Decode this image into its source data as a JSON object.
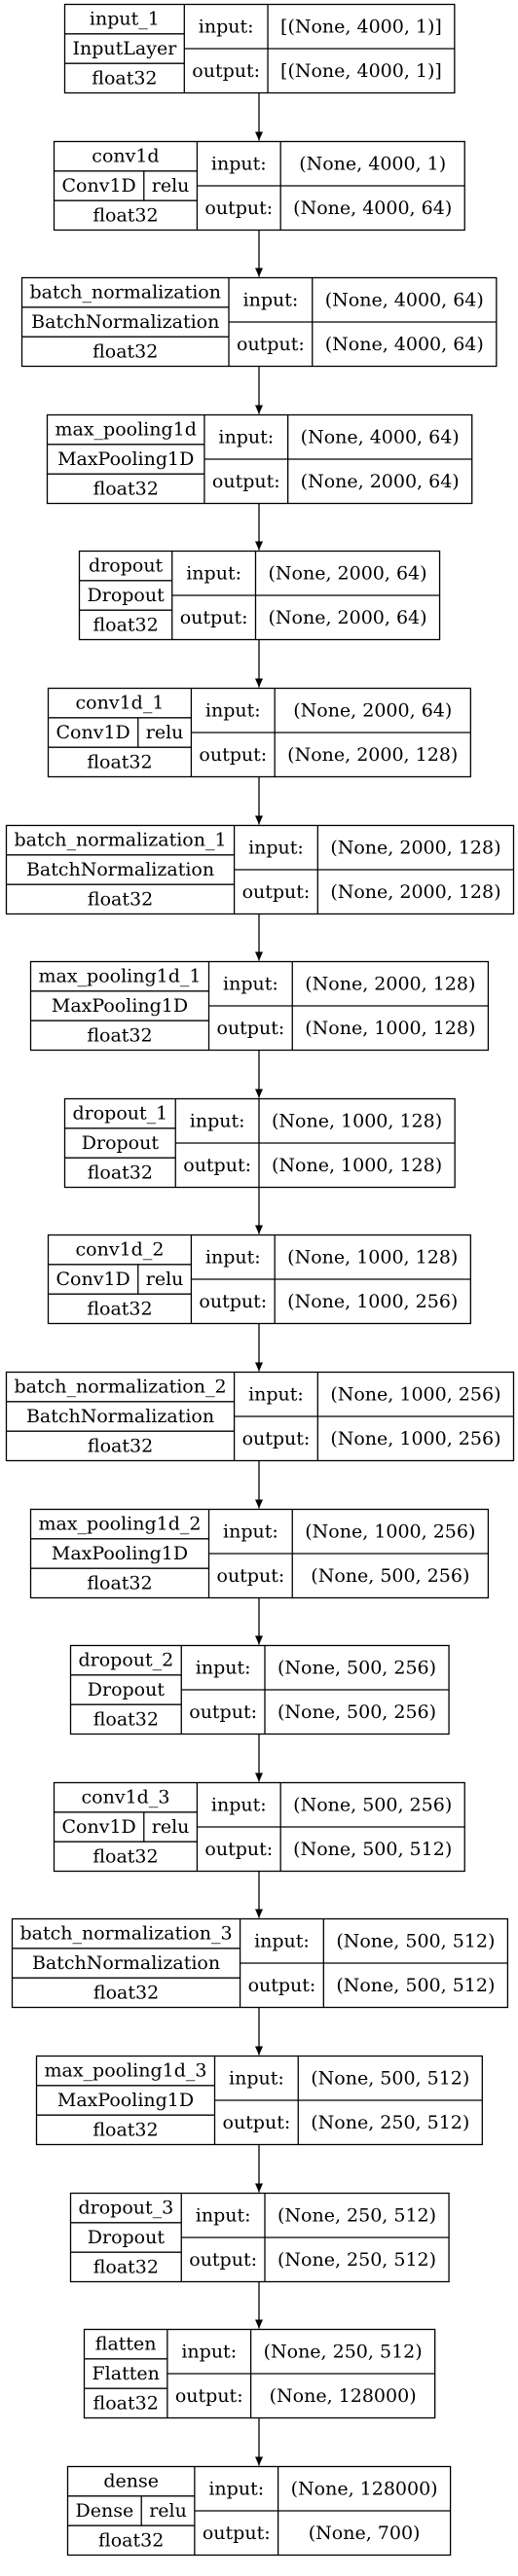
{
  "labels": {
    "input": "input:",
    "output": "output:"
  },
  "layers": [
    {
      "name": "input_1",
      "type": "InputLayer",
      "dtype": "float32",
      "activation": "",
      "input": "[(None, 4000, 1)]",
      "output": "[(None, 4000, 1)]"
    },
    {
      "name": "conv1d",
      "type": "Conv1D",
      "dtype": "float32",
      "activation": "relu",
      "input": "(None, 4000, 1)",
      "output": "(None, 4000, 64)"
    },
    {
      "name": "batch_normalization",
      "type": "BatchNormalization",
      "dtype": "float32",
      "activation": "",
      "input": "(None, 4000, 64)",
      "output": "(None, 4000, 64)"
    },
    {
      "name": "max_pooling1d",
      "type": "MaxPooling1D",
      "dtype": "float32",
      "activation": "",
      "input": "(None, 4000, 64)",
      "output": "(None, 2000, 64)"
    },
    {
      "name": "dropout",
      "type": "Dropout",
      "dtype": "float32",
      "activation": "",
      "input": "(None, 2000, 64)",
      "output": "(None, 2000, 64)"
    },
    {
      "name": "conv1d_1",
      "type": "Conv1D",
      "dtype": "float32",
      "activation": "relu",
      "input": "(None, 2000, 64)",
      "output": "(None, 2000, 128)"
    },
    {
      "name": "batch_normalization_1",
      "type": "BatchNormalization",
      "dtype": "float32",
      "activation": "",
      "input": "(None, 2000, 128)",
      "output": "(None, 2000, 128)"
    },
    {
      "name": "max_pooling1d_1",
      "type": "MaxPooling1D",
      "dtype": "float32",
      "activation": "",
      "input": "(None, 2000, 128)",
      "output": "(None, 1000, 128)"
    },
    {
      "name": "dropout_1",
      "type": "Dropout",
      "dtype": "float32",
      "activation": "",
      "input": "(None, 1000, 128)",
      "output": "(None, 1000, 128)"
    },
    {
      "name": "conv1d_2",
      "type": "Conv1D",
      "dtype": "float32",
      "activation": "relu",
      "input": "(None, 1000, 128)",
      "output": "(None, 1000, 256)"
    },
    {
      "name": "batch_normalization_2",
      "type": "BatchNormalization",
      "dtype": "float32",
      "activation": "",
      "input": "(None, 1000, 256)",
      "output": "(None, 1000, 256)"
    },
    {
      "name": "max_pooling1d_2",
      "type": "MaxPooling1D",
      "dtype": "float32",
      "activation": "",
      "input": "(None, 1000, 256)",
      "output": "(None, 500, 256)"
    },
    {
      "name": "dropout_2",
      "type": "Dropout",
      "dtype": "float32",
      "activation": "",
      "input": "(None, 500, 256)",
      "output": "(None, 500, 256)"
    },
    {
      "name": "conv1d_3",
      "type": "Conv1D",
      "dtype": "float32",
      "activation": "relu",
      "input": "(None, 500, 256)",
      "output": "(None, 500, 512)"
    },
    {
      "name": "batch_normalization_3",
      "type": "BatchNormalization",
      "dtype": "float32",
      "activation": "",
      "input": "(None, 500, 512)",
      "output": "(None, 500, 512)"
    },
    {
      "name": "max_pooling1d_3",
      "type": "MaxPooling1D",
      "dtype": "float32",
      "activation": "",
      "input": "(None, 500, 512)",
      "output": "(None, 250, 512)"
    },
    {
      "name": "dropout_3",
      "type": "Dropout",
      "dtype": "float32",
      "activation": "",
      "input": "(None, 250, 512)",
      "output": "(None, 250, 512)"
    },
    {
      "name": "flatten",
      "type": "Flatten",
      "dtype": "float32",
      "activation": "",
      "input": "(None, 250, 512)",
      "output": "(None, 128000)"
    },
    {
      "name": "dense",
      "type": "Dense",
      "dtype": "float32",
      "activation": "relu",
      "input": "(None, 128000)",
      "output": "(None, 700)"
    }
  ]
}
